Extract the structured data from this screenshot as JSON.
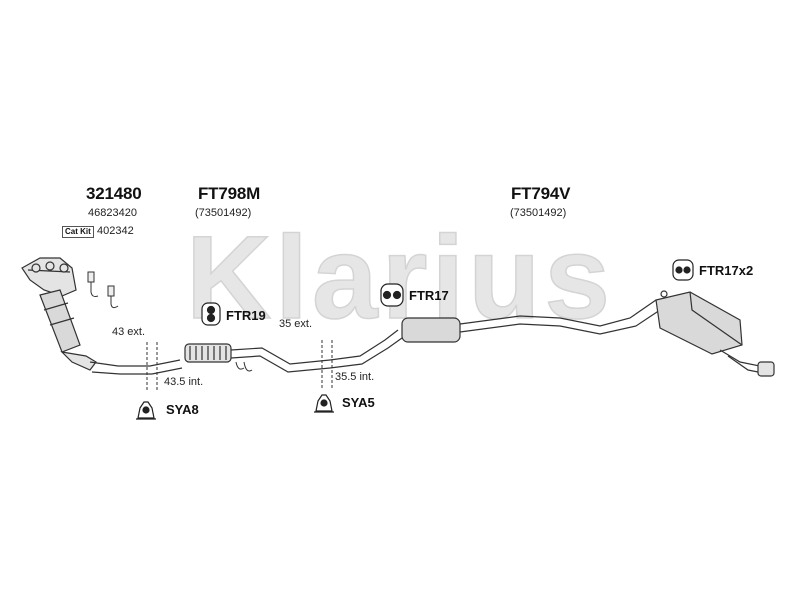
{
  "watermark": "Klarius",
  "catalytic": {
    "code": "321480",
    "oem": "46823420",
    "kit_tag": "Cat Kit",
    "kit_number": "402342"
  },
  "front_pipe": {
    "code": "FT798M",
    "oem": "(73501492)"
  },
  "rear_section": {
    "code": "FT794V",
    "oem": "(73501492)"
  },
  "measurements": {
    "m1": "43 ext.",
    "m2": "43.5 int.",
    "m3": "35 ext.",
    "m4": "35.5 int."
  },
  "fittings": {
    "f1": "FTR19",
    "f2": "FTR17",
    "f3": "FTR17x2",
    "f4": "SYA8",
    "f5": "SYA5"
  },
  "colors": {
    "watermark": "#e6e6e6",
    "line": "#333333",
    "part_fill": "#d9d9d9"
  }
}
